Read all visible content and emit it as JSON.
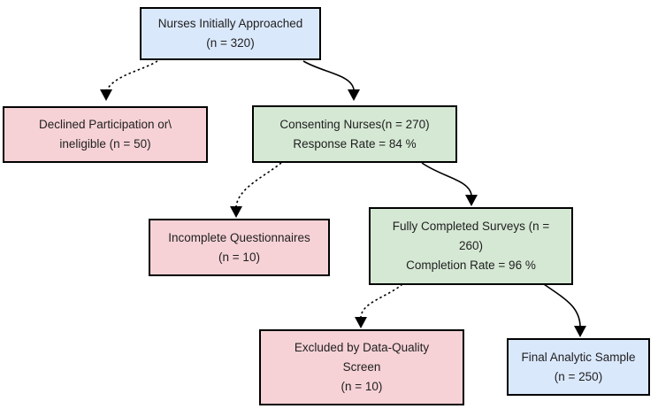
{
  "diagram": {
    "type": "flowchart",
    "description": "Nurse survey participant flow diagram",
    "background": "#ffffff",
    "colors": {
      "start_fill": "#dae8fc",
      "continue_fill": "#d5e8d4",
      "exclusion_fill": "#f6d2d6",
      "final_fill": "#dae8fc",
      "border": "#000000",
      "arrow": "#000000",
      "text": "#1f1f1f"
    },
    "nodes": {
      "approached": {
        "label": "Nurses Initially Approached\n(n = 320)",
        "n": 320
      },
      "declined": {
        "label": "Declined Participation or\\\nineligible (n = 50)",
        "n": 50
      },
      "consenting": {
        "label": "Consenting Nurses(n = 270)\nResponse Rate = 84 %",
        "n": 270,
        "response_rate_pct": 84
      },
      "incomplete": {
        "label": "Incomplete Questionnaires\n(n = 10)",
        "n": 10
      },
      "completed": {
        "label": "Fully Completed Surveys (n =\n260)\nCompletion Rate = 96 %",
        "n": 260,
        "completion_rate_pct": 96
      },
      "excluded": {
        "label": "Excluded by Data-Quality\nScreen\n(n = 10)",
        "n": 10
      },
      "final": {
        "label": "Final Analytic Sample\n(n = 250)",
        "n": 250
      }
    },
    "connections": [
      {
        "from": "approached",
        "to": "declined",
        "style": "dashed"
      },
      {
        "from": "approached",
        "to": "consenting",
        "style": "solid"
      },
      {
        "from": "consenting",
        "to": "incomplete",
        "style": "dashed"
      },
      {
        "from": "consenting",
        "to": "completed",
        "style": "solid"
      },
      {
        "from": "completed",
        "to": "excluded",
        "style": "dashed"
      },
      {
        "from": "completed",
        "to": "final",
        "style": "solid"
      }
    ]
  }
}
